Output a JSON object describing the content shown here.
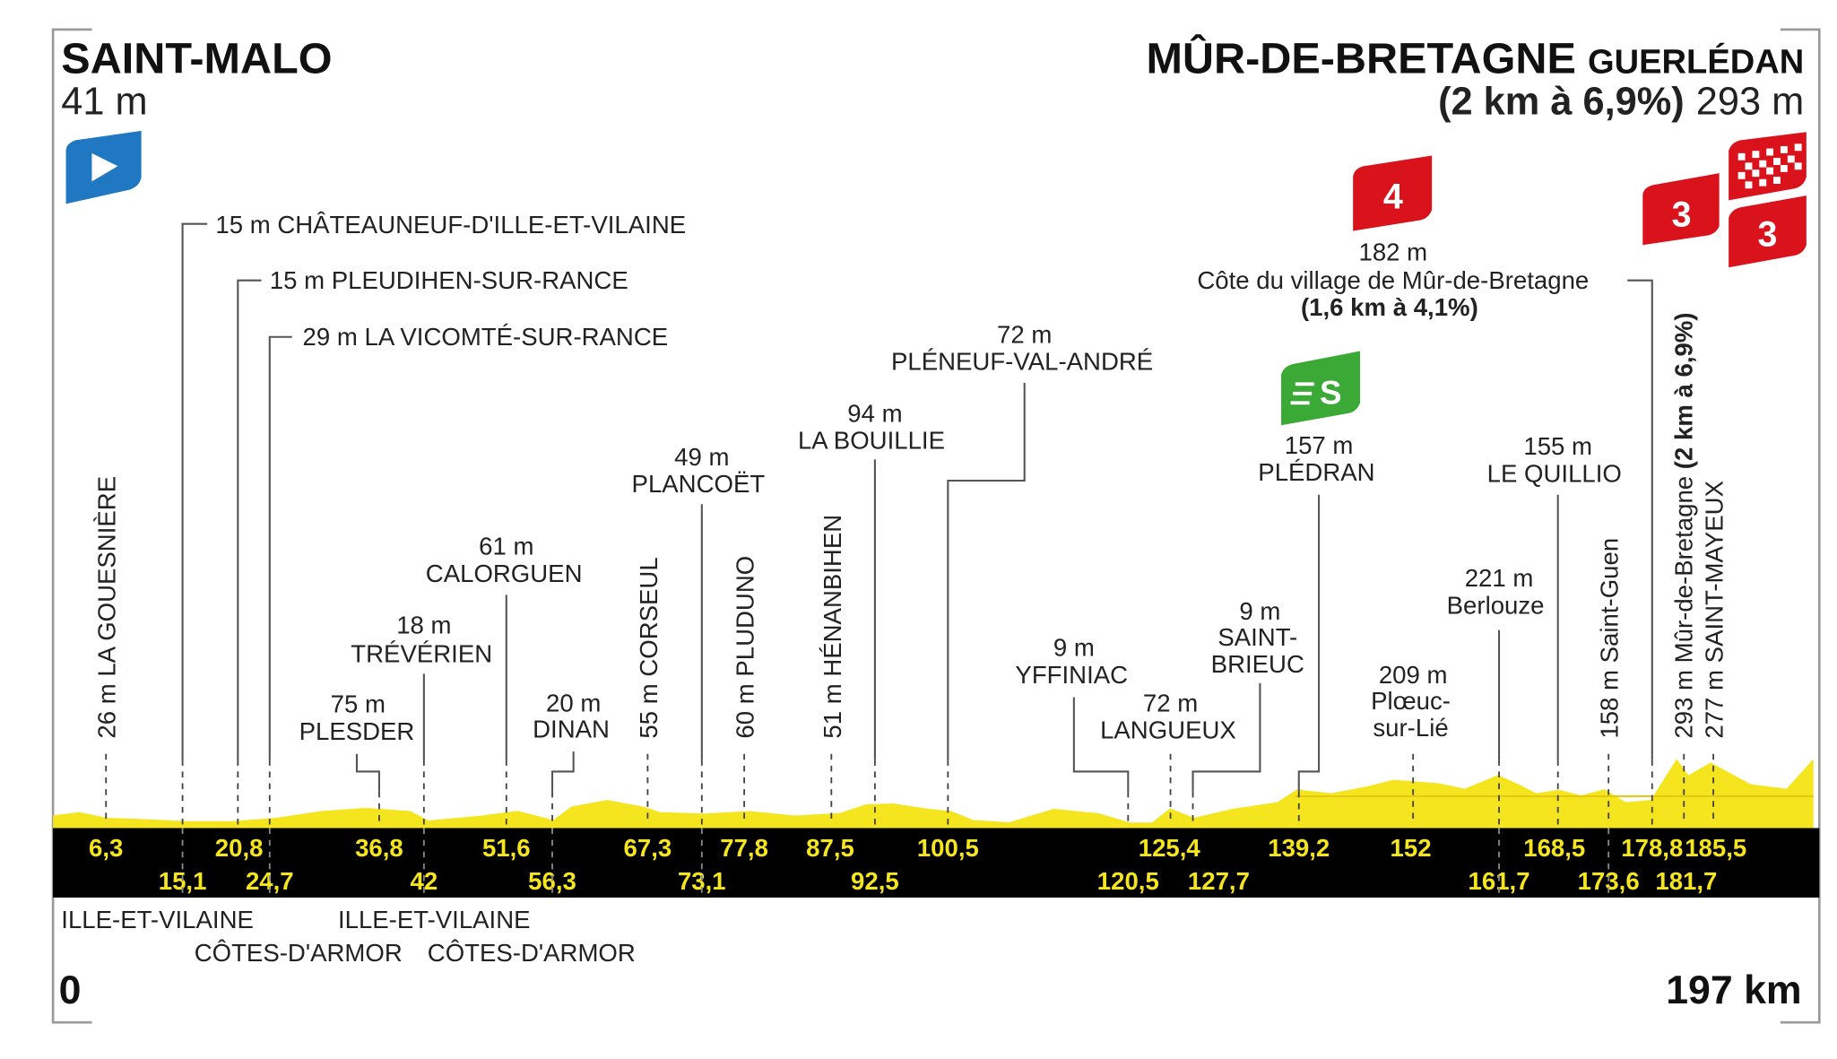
{
  "start": {
    "name": "SAINT-MALO",
    "altitude": "41 m",
    "km": "0"
  },
  "finish": {
    "name": "MÛR-DE-BRETAGNE",
    "commune": "GUERLÉDAN",
    "climb": "(2 km à 6,9%)",
    "altitude": "293 m",
    "km": "197 km"
  },
  "icons": {
    "start": "start-flag-icon",
    "sprint": "intermediate-sprint-icon",
    "cat4": "4",
    "cat3a": "3",
    "cat3b": "3",
    "finish": "checkered-finish-icon"
  },
  "colors": {
    "profile": "#f5e51f",
    "band": "#000000",
    "climb": "#d9121b",
    "sprint": "#3aa935",
    "start": "#1f78c1"
  },
  "places": {
    "chateauneuf": "15 m CHÂTEAUNEUF-D'ILLE-ET-VILAINE",
    "pleudihen": "15 m PLEUDIHEN-SUR-RANCE",
    "vicomte": "29 m LA VICOMTÉ-SUR-RANCE",
    "gouesniere": "26 m LA GOUESNIÈRE",
    "plesder": [
      "75 m",
      "PLESDER"
    ],
    "treverien": [
      "18 m",
      "TRÉVÉRIEN"
    ],
    "calorguen": [
      "61 m",
      "CALORGUEN"
    ],
    "dinan": [
      "20 m",
      "DINAN"
    ],
    "corseul": "55 m CORSEUL",
    "plancoet": [
      "49 m",
      "PLANCOËT"
    ],
    "pluduno": "60 m PLUDUNO",
    "henanbihen": "51 m HÉNANBIHEN",
    "bouillie": [
      "94 m",
      "LA BOUILLIE"
    ],
    "pleneuf": [
      "72 m",
      "PLÉNEUF-VAL-ANDRÉ"
    ],
    "yffiniac": [
      "9 m",
      "YFFINIAC"
    ],
    "langueux": [
      "72 m",
      "LANGUEUX"
    ],
    "saintbrieuc": [
      "9 m",
      "SAINT-",
      "BRIEUC"
    ],
    "pledran": [
      "157 m",
      "PLÉDRAN"
    ],
    "ploeuc": [
      "209 m",
      "Plœuc-",
      "sur-Lié"
    ],
    "berlouze": [
      "221 m",
      "Berlouze"
    ],
    "quillio": [
      "155 m",
      "LE QUILLIO"
    ],
    "saintguen": "158 m Saint-Guen",
    "mur": {
      "text": "293 m Mûr-de-Bretagne ",
      "climb": "(2 km à 6,9%)"
    },
    "saintmayeux": "277 m SAINT-MAYEUX",
    "cote": [
      "182 m",
      "Côte du village de Mûr-de-Bretagne",
      "(1,6 km à 4,1%)"
    ]
  },
  "km_top": [
    "6,3",
    "20,8",
    "36,8",
    "51,6",
    "67,3",
    "77,8",
    "87,5",
    "100,5",
    "125,4",
    "139,2",
    "152",
    "168,5",
    "178,8",
    "185,5"
  ],
  "km_bottom": [
    "15,1",
    "24,7",
    "42",
    "56,3",
    "73,1",
    "92,5",
    "120,5",
    "127,7",
    "161,7",
    "173,6",
    "181,7"
  ],
  "departments": [
    "ILLE-ET-VILAINE",
    "CÔTES-D'ARMOR",
    "ILLE-ET-VILAINE",
    "CÔTES-D'ARMOR"
  ],
  "profile": [
    [
      0,
      41
    ],
    [
      3,
      55
    ],
    [
      6,
      30
    ],
    [
      10,
      25
    ],
    [
      15,
      15
    ],
    [
      20,
      15
    ],
    [
      25,
      30
    ],
    [
      30,
      60
    ],
    [
      35,
      75
    ],
    [
      40,
      60
    ],
    [
      42,
      18
    ],
    [
      48,
      40
    ],
    [
      52,
      61
    ],
    [
      56,
      20
    ],
    [
      58,
      80
    ],
    [
      62,
      110
    ],
    [
      66,
      80
    ],
    [
      68,
      55
    ],
    [
      73,
      49
    ],
    [
      78,
      60
    ],
    [
      83,
      40
    ],
    [
      88,
      51
    ],
    [
      91,
      90
    ],
    [
      94,
      94
    ],
    [
      98,
      70
    ],
    [
      100.5,
      60
    ],
    [
      103,
      20
    ],
    [
      107,
      10
    ],
    [
      112,
      70
    ],
    [
      117,
      50
    ],
    [
      120.5,
      9
    ],
    [
      123,
      9
    ],
    [
      125,
      72
    ],
    [
      127.7,
      30
    ],
    [
      132,
      70
    ],
    [
      137,
      100
    ],
    [
      139.2,
      157
    ],
    [
      143,
      140
    ],
    [
      147,
      170
    ],
    [
      150,
      200
    ],
    [
      155,
      185
    ],
    [
      158,
      160
    ],
    [
      161.7,
      221
    ],
    [
      164,
      180
    ],
    [
      166,
      140
    ],
    [
      168.5,
      155
    ],
    [
      171,
      130
    ],
    [
      173.6,
      158
    ],
    [
      176,
      100
    ],
    [
      178.8,
      110
    ],
    [
      181.7,
      293
    ],
    [
      183,
      220
    ],
    [
      185.5,
      277
    ],
    [
      190,
      180
    ],
    [
      194,
      160
    ],
    [
      197,
      293
    ]
  ]
}
